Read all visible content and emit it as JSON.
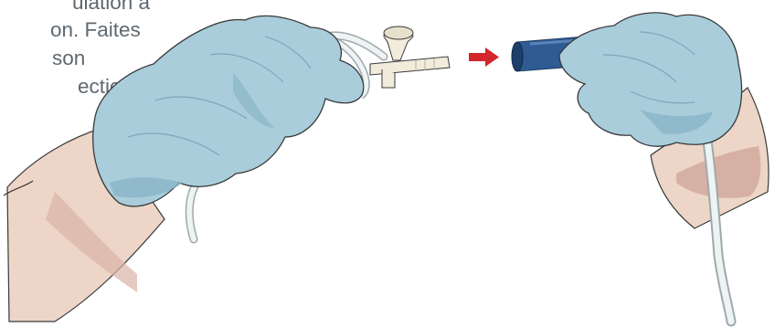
{
  "instruction": {
    "lines": [
      "ulation à",
      "on. Faites",
      "son",
      "ection."
    ]
  },
  "colors": {
    "text": "#5f6870",
    "glove": "#a9cddb",
    "glove_shadow": "#8ab5c8",
    "skin": "#edd6c8",
    "skin_shadow": "#cfa89a",
    "tube": "#e9eff1",
    "connector": "#f1ecdc",
    "catheter_blue": "#2d5b92",
    "arrow": "#d3272d"
  },
  "icons": {
    "arrow": "arrow-right-icon"
  }
}
